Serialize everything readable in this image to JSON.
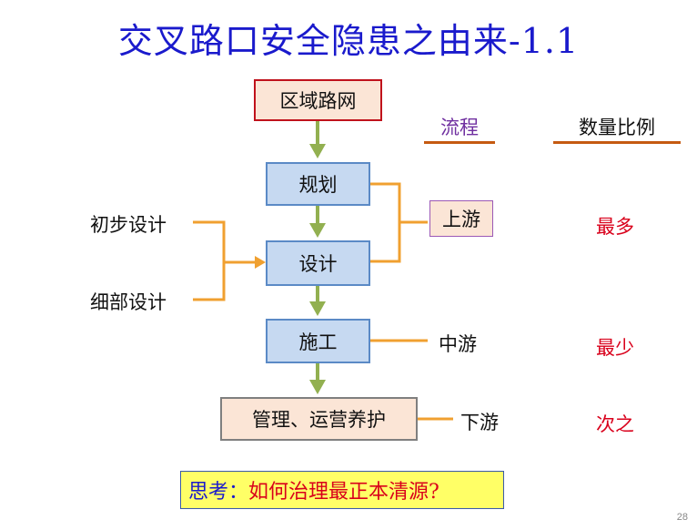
{
  "title": "交叉路口安全隐患之由来-1.1",
  "flow": {
    "region": "区域路网",
    "plan": "规划",
    "design": "设计",
    "construction": "施工",
    "operation": "管理、运营养护"
  },
  "design_inputs": {
    "preliminary": "初步设计",
    "detailed": "细部设计"
  },
  "headers": {
    "process": "流程",
    "ratio": "数量比例"
  },
  "stages": {
    "upstream": "上游",
    "midstream": "中游",
    "downstream": "下游"
  },
  "ratios": {
    "upstream": "最多",
    "midstream": "最少",
    "downstream": "次之"
  },
  "think": {
    "lead": "思考：",
    "question": "如何治理最正本清源?"
  },
  "page_number": "28",
  "colors": {
    "title": "#1a1acc",
    "flow_box_fill": "#c6d9f1",
    "arrow_green": "#92b050",
    "connector_orange": "#f0a030",
    "ratio_red": "#d9001b",
    "header_purple": "#7030a0"
  }
}
